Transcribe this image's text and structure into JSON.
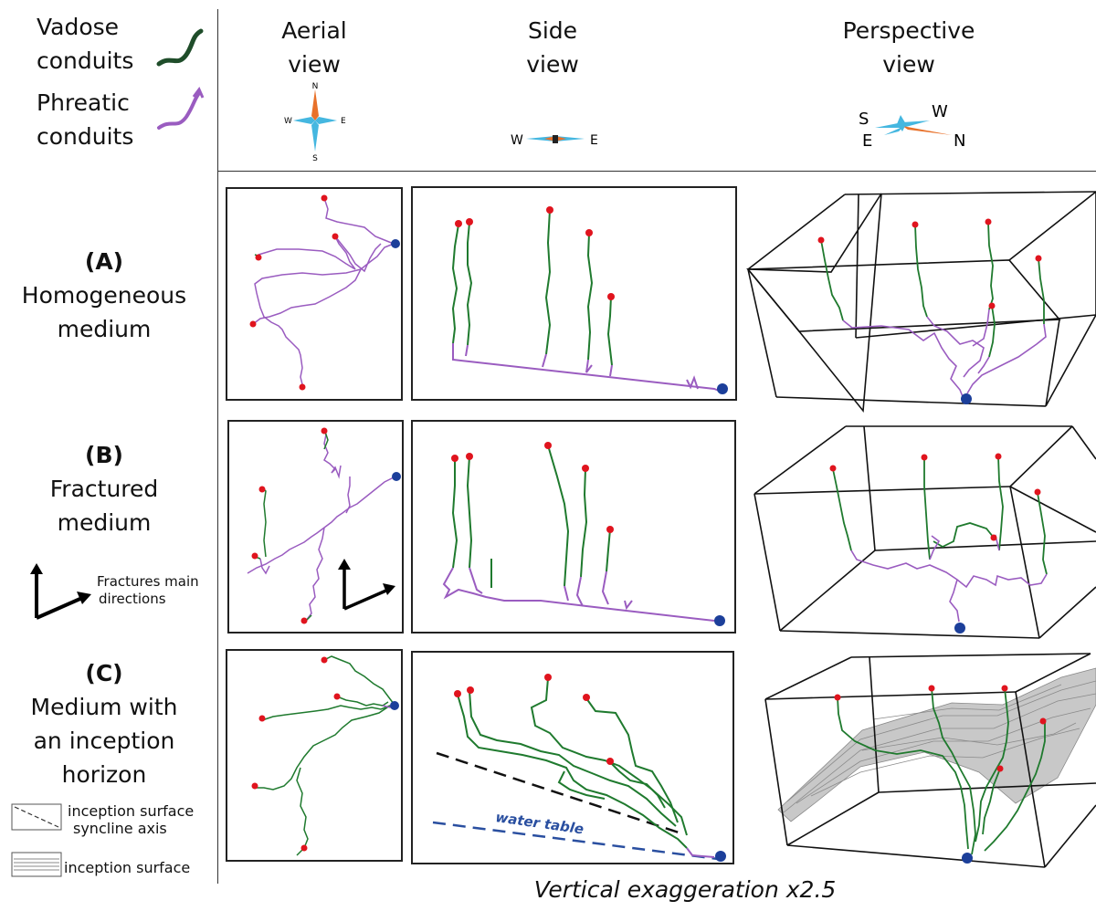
{
  "legend": {
    "vadose_l1": "Vadose",
    "vadose_l2": "conduits",
    "phreatic_l1": "Phreatic",
    "phreatic_l2": "conduits",
    "vadose_color": "#1f7a2e",
    "phreatic_color": "#9a5cc0"
  },
  "headers": {
    "aerial_l1": "Aerial",
    "aerial_l2": "view",
    "side_l1": "Side",
    "side_l2": "view",
    "persp_l1": "Perspective",
    "persp_l2": "view"
  },
  "compass": {
    "aerial": {
      "n": "N",
      "e": "E",
      "s": "S",
      "w": "W"
    },
    "side": {
      "w": "W",
      "e": "E"
    },
    "persp": {
      "s": "S",
      "w": "W",
      "e": "E",
      "n": "N"
    }
  },
  "rows": {
    "a": {
      "tag": "(A)",
      "l1": "Homogeneous",
      "l2": "medium"
    },
    "b": {
      "tag": "(B)",
      "l1": "Fractured",
      "l2": "medium"
    },
    "c": {
      "tag": "(C)",
      "l1": "Medium with",
      "l2": "an inception",
      "l3": "horizon"
    }
  },
  "fractures": {
    "l1": "Fractures main",
    "l2": "directions"
  },
  "inception": {
    "axis_l1": "inception surface",
    "axis_l2": "syncline axis",
    "surface": "inception surface"
  },
  "water_table": "water table",
  "footer": "Vertical exaggeration x2.5",
  "colors": {
    "inlet": "#e0141e",
    "outlet": "#1c3f9a",
    "water_line": "#2a4fa0"
  }
}
